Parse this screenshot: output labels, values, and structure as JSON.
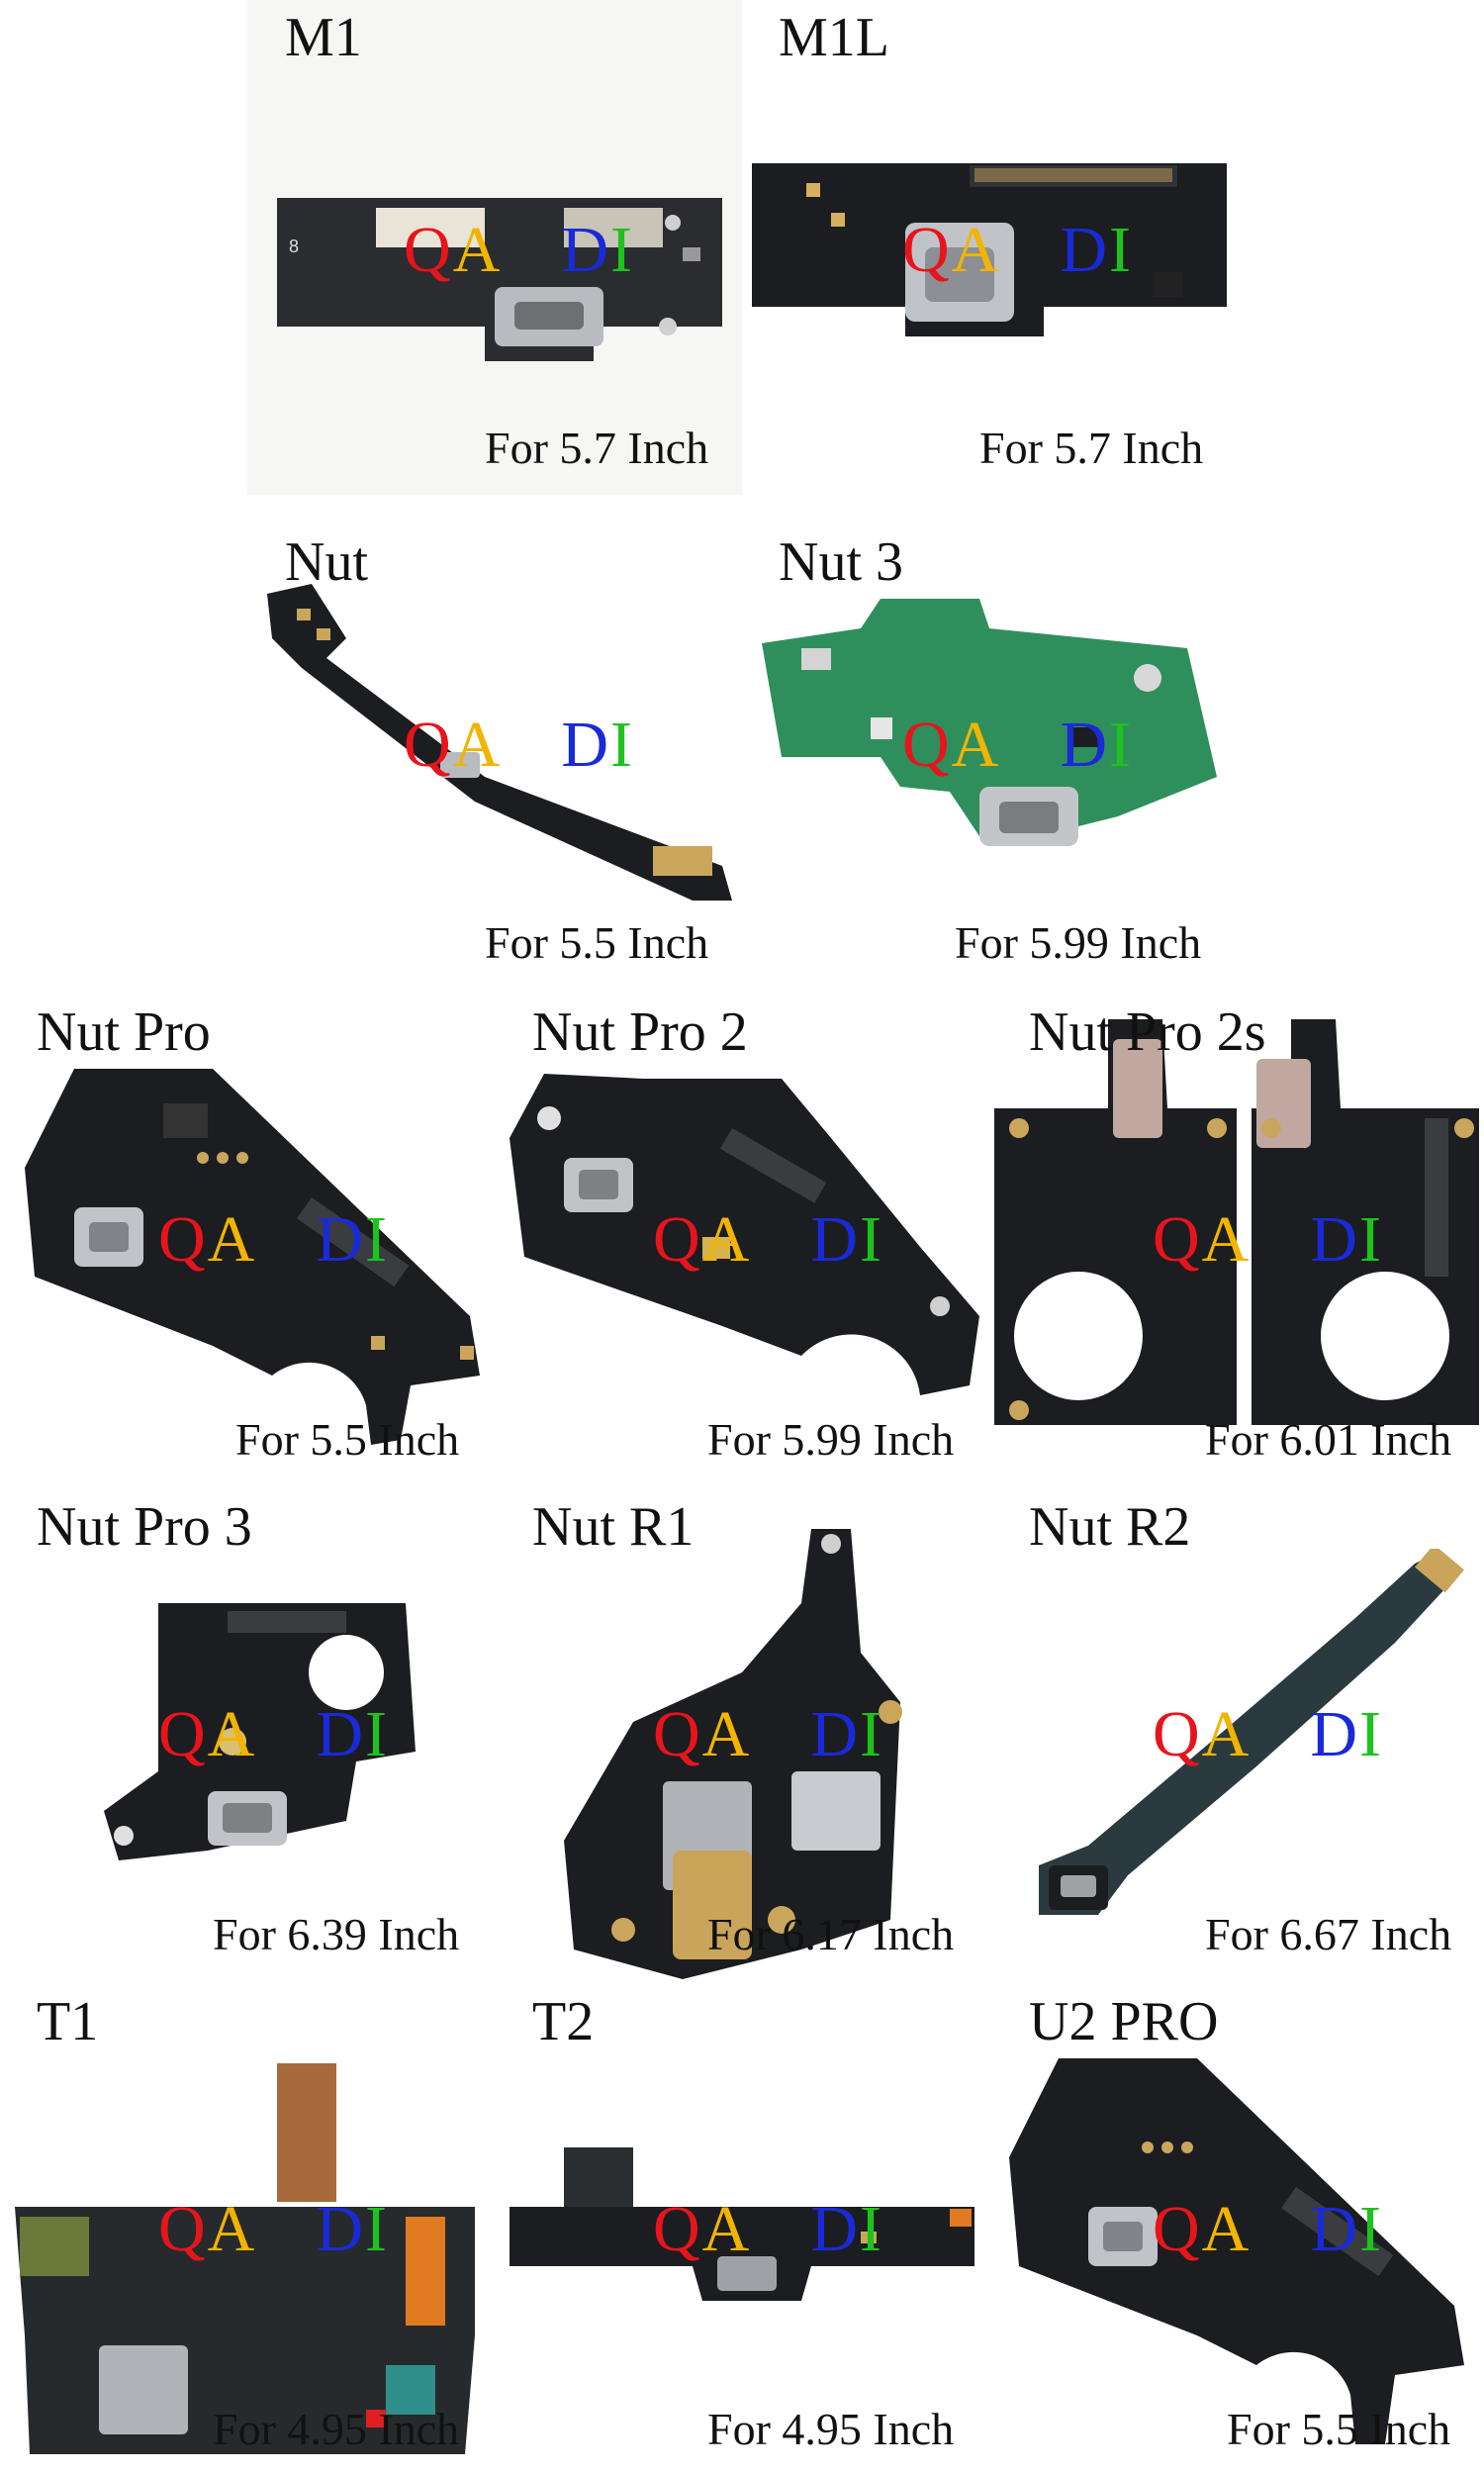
{
  "colors": {
    "q": "#e8141c",
    "a": "#f2b400",
    "d": "#1a2ad8",
    "i": "#1ec21e",
    "pcb_black": "#1d1f22",
    "pcb_green": "#2e8a58",
    "flex": "#2b3a3e",
    "gold": "#c9a45a",
    "silver": "#b8bcc0"
  },
  "watermark": {
    "q": "Q",
    "a": "A",
    "d": "D",
    "i": "I"
  },
  "parts": [
    {
      "model": "M1",
      "size": "For 5.7 Inch"
    },
    {
      "model": "M1L",
      "size": "For 5.7 Inch"
    },
    {
      "model": "Nut",
      "size": "For 5.5 Inch"
    },
    {
      "model": "Nut 3",
      "size": "For 5.99 Inch"
    },
    {
      "model": "Nut Pro",
      "size": "For 5.5 Inch"
    },
    {
      "model": "Nut Pro 2",
      "size": "For 5.99 Inch"
    },
    {
      "model": "Nut Pro 2s",
      "size": "For 6.01 Inch"
    },
    {
      "model": "Nut Pro 3",
      "size": "For 6.39 Inch"
    },
    {
      "model": "Nut R1",
      "size": "For 6.17 Inch"
    },
    {
      "model": "Nut R2",
      "size": "For 6.67 Inch"
    },
    {
      "model": "T1",
      "size": "For 4.95 Inch"
    },
    {
      "model": "T2",
      "size": "For 4.95 Inch"
    },
    {
      "model": "U2 PRO",
      "size": "For 5.5 Inch"
    }
  ]
}
